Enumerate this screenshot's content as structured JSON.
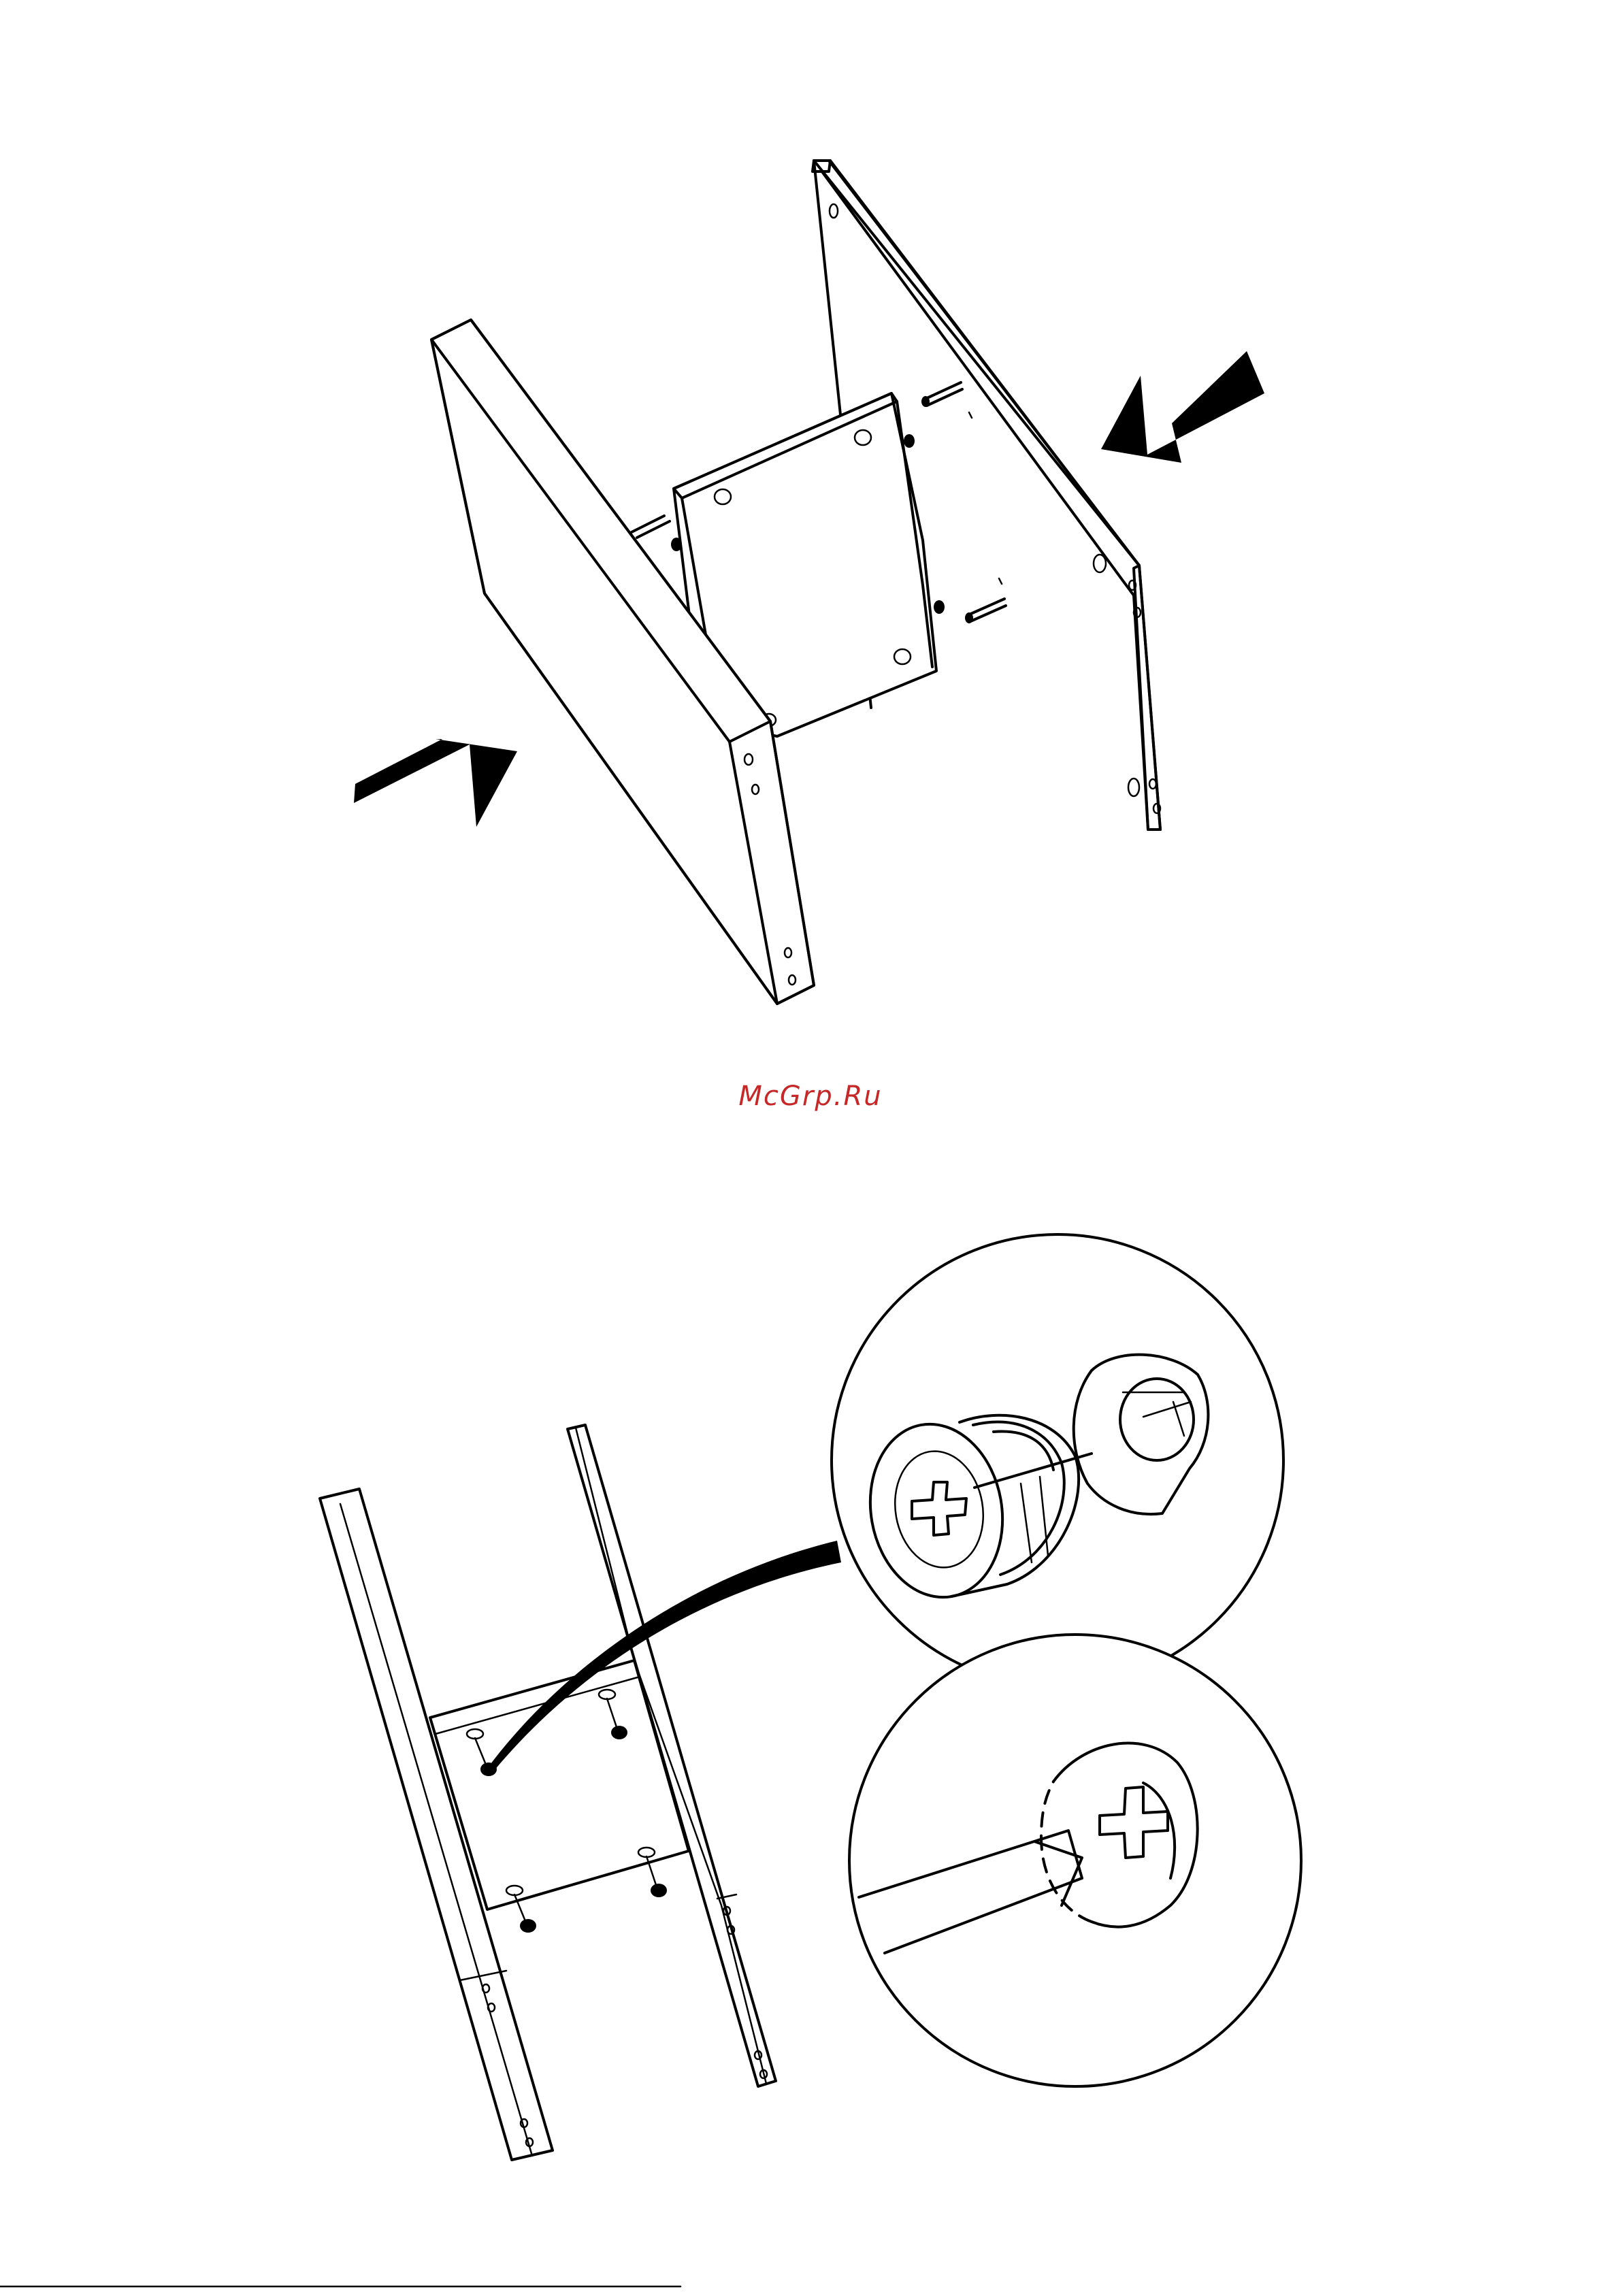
{
  "watermark": {
    "text": "McGrp.Ru",
    "color": "#c62828"
  },
  "colors": {
    "line": "#000000",
    "background": "#ffffff"
  },
  "figures": [
    {
      "name": "panel-assembly-step",
      "icons": [
        "arrow-push-left-icon",
        "arrow-push-right-icon",
        "dowel-icon"
      ]
    },
    {
      "name": "cam-lock-step",
      "icons": [
        "cam-lock-icon",
        "screwdriver-icon"
      ]
    }
  ]
}
